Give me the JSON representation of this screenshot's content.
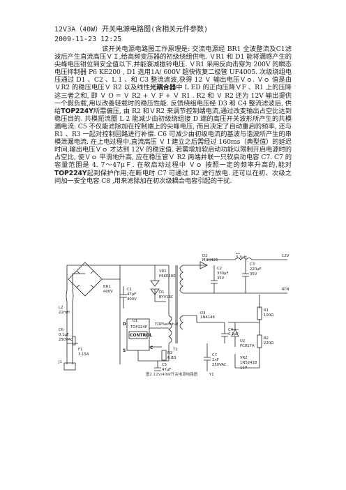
{
  "article": {
    "title": "12V3A（40W）开关电源电路图(含相关元件参数)",
    "date": "2009-11-23 12:25",
    "p1": "该开关电源电路图工作原理是: 交流电源经 BR1 全波整流及C1滤波后产生直流高压ＶＩ,给高频变压器的初级绕组供电. ＶR1 和 D1 能将漏感产生的尖峰电压钳位到安全值以下,并能衰减振铃电压. ＶR1 采用反向击穿为 200V 的瞬态电压抑制器 P6 KE200 , D1 选用1A/ 600V 超快恢复二极管 UF4005. 次级绕组电压通过 D1 、C2 、L 1 、和 C3 整流滤波,获得 12 Ｖ 输出电压Ｖｏ. Ｖｏ 值是由ＶR2 的稳压电压Ｖ R2 以及线性",
    "bold1": "光耦合器",
    "p2": "中 L ED 的正向压降ＶF 、R1 上的压降这三者之和, 即 Ｖ O = Ｖ R2 + Ｖ F + Ｖ R1 . R2 和 Ｖ R2 还为 12V 输出提供一个假负载,用以改善轻载时的稳压性能. 反馈绕组电压经 D3 和 C4 整流滤波后, 供给",
    "bold2": "TOP224Y",
    "p3": "所需偏压, 由 R2 和ＶR2 来调节控制端电流,通过改变输出占空比达到稳压目的. 共模扼流圈 L 2 能减少由初级绕组接 D 端的高压开关波形所产生的共模漏电流. C5 不仅能滤除加在控制端上的尖峰电压, 而且决定了自动重启的频率, 还与 R1 、R3 一起对控制回路进行补偿. C6 可减少由初级电流的基波与谐波所产生的串模泄漏电流. 在上电过程中,直流高压 Ｖ I 建立之后需经过 160ms（典型值）的延迟时间,输出电压Ｖｏ 才达到 12V 的稳定值. 若需增加软启动功能以限制开启电源时的占空比, 使Ｖｏ 平滑地升高, 应在稳压管Ｖ R2 两端并联一只软启动电容 C7. C7 的容量范围是 4. 7～47μＦ. 在软启动过程中 Ｖｏ 按照一定的频率升高的,能对",
    "bold3": "TOP224Y",
    "p4": "起到保护作用;在断电时 C7 可通过 R2 进行放电. 还可以在初、次级之间加一安全电容 C8 ,用来滤除加在初次级耦合电容引起的干扰."
  },
  "schematic": {
    "labels": {
      "l2": "L2",
      "l2v": "22mH",
      "c6": "C6",
      "c6v": "0.1μF",
      "c6r": "250VAC",
      "f1": "F1",
      "f1v": "3.15A",
      "j1": "J1",
      "br1": "BR1",
      "br1v": "400V",
      "c1": "C1",
      "c1v": "47μF",
      "c1r": "400V",
      "vr1": "VR1",
      "vr1v": "P6KE200",
      "d1": "D1",
      "d1v": "BYV16C",
      "t1": "T1",
      "d2": "D2",
      "d2v": "MUR420",
      "c2": "C2",
      "c2v": "330μF",
      "c2r": "35V",
      "l1": "L1",
      "l1v": "3.3μH",
      "c3": "C3",
      "c3v": "220μF",
      "c3r": "35V",
      "out": "12V",
      "rtn": "RTN",
      "d3": "D3",
      "d3v": "1N4148",
      "c4": "C4",
      "c4v": "0.1μF",
      "r1": "R1",
      "r1v": "100Ω",
      "r2": "R2",
      "r2v": "220Ω",
      "u2": "U2",
      "u2v": "PC817A",
      "vr2": "VR2",
      "vr2v": "1N5241B",
      "vr2r": "11V",
      "c7": "C7",
      "c7v": "1nF",
      "c7r": "250VAC",
      "y1": "Y1",
      "u1": "U1",
      "u1v": "TOP224P",
      "control": "CONTROL",
      "topswitch": "TOPSwitch-II",
      "d": "D",
      "s": "S",
      "c": "C",
      "r3": "R3",
      "r3v": "6.8Ω",
      "c5": "C5",
      "c5v": "47μF"
    },
    "caption": "图2   12V/40W开关电源电路图"
  }
}
